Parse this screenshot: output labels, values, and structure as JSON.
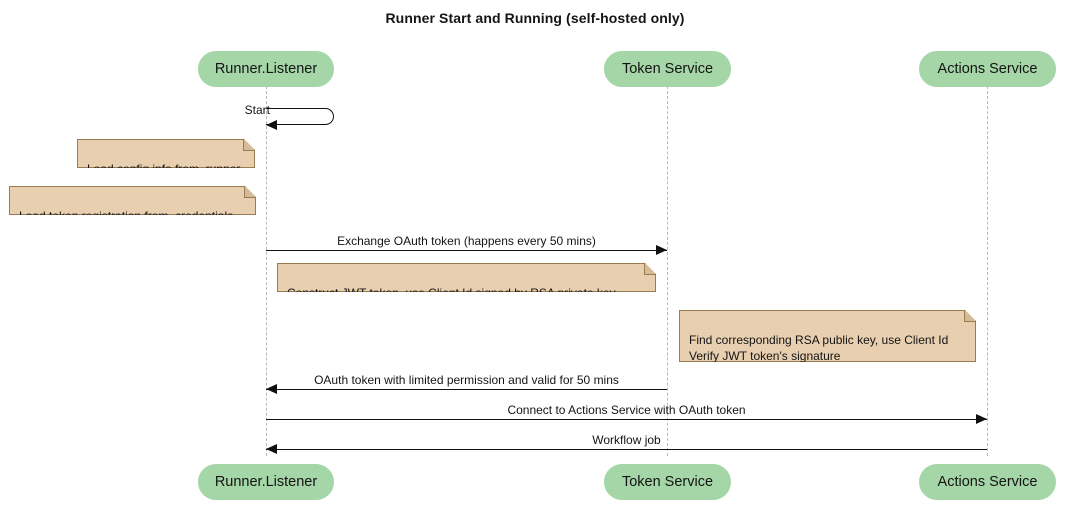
{
  "diagram": {
    "title": "Runner Start and Running (self-hosted only)",
    "type": "sequence-diagram",
    "colors": {
      "participant_fill": "#a5d6a7",
      "note_fill": "#e8cfb0",
      "note_border": "#9a7b52",
      "line": "#111111",
      "lifeline": "#b8b8b8",
      "text": "#141414",
      "background": "#ffffff"
    },
    "participants": [
      {
        "id": "runner-listener",
        "label": "Runner.Listener"
      },
      {
        "id": "token-service",
        "label": "Token Service"
      },
      {
        "id": "actions-service",
        "label": "Actions Service"
      }
    ],
    "messages": [
      {
        "id": "start",
        "label": "Start",
        "kind": "self",
        "from": "runner-listener",
        "to": "runner-listener"
      },
      {
        "id": "exchange-oauth",
        "label": "Exchange OAuth token (happens every 50 mins)",
        "kind": "call",
        "direction": "right",
        "from": "runner-listener",
        "to": "token-service"
      },
      {
        "id": "oauth-token-return",
        "label": "OAuth token with limited permission and valid for 50 mins",
        "kind": "return",
        "direction": "left",
        "from": "token-service",
        "to": "runner-listener"
      },
      {
        "id": "connect-actions",
        "label": "Connect to Actions Service with OAuth token",
        "kind": "call",
        "direction": "right",
        "from": "runner-listener",
        "to": "actions-service"
      },
      {
        "id": "workflow-job",
        "label": "Workflow job",
        "kind": "return",
        "direction": "left",
        "from": "actions-service",
        "to": "runner-listener"
      }
    ],
    "notes": [
      {
        "id": "note-load-config",
        "text": "Load config info from .runner",
        "over": "runner-listener"
      },
      {
        "id": "note-load-token",
        "text": "Load token registration from .credentials",
        "over": "runner-listener"
      },
      {
        "id": "note-construct-jwt",
        "text": "Construct JWT token, use Client Id signed by RSA private key",
        "over": "runner-listener"
      },
      {
        "id": "note-verify-jwt",
        "text": "Find corresponding RSA public key, use Client Id\nVerify JWT token's signature",
        "over": "token-service"
      }
    ]
  }
}
